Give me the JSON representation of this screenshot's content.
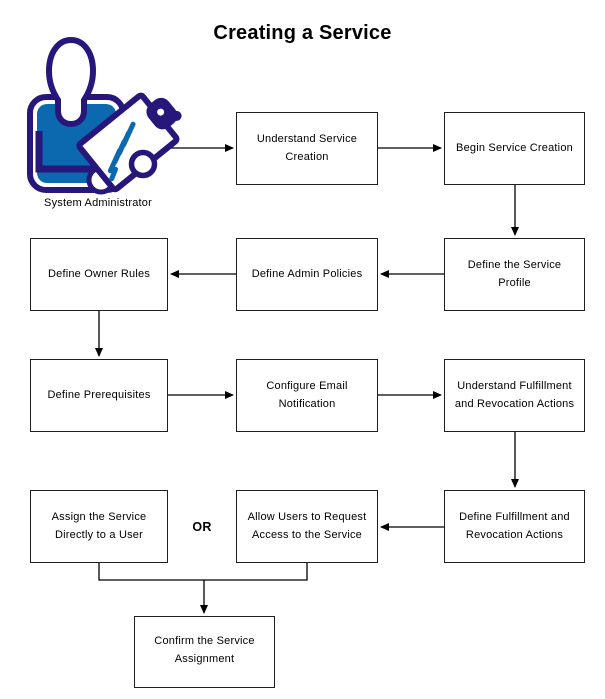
{
  "title": "Creating a Service",
  "actor": {
    "label": "System Administrator",
    "icon": "person-with-clipboard-icon"
  },
  "or_label": "OR",
  "colors": {
    "icon_outline": "#28177a",
    "icon_shirt": "#0c69b0",
    "connector": "#000000",
    "box_border": "#1f1f1f",
    "box_fill": "#ffffff",
    "text": "#000000"
  },
  "nodes": [
    {
      "id": "understand-service-creation",
      "label": "Understand Service Creation"
    },
    {
      "id": "begin-service-creation",
      "label": "Begin Service Creation"
    },
    {
      "id": "define-service-profile",
      "label": "Define the Service Profile"
    },
    {
      "id": "define-admin-policies",
      "label": "Define Admin Policies"
    },
    {
      "id": "define-owner-rules",
      "label": "Define Owner Rules"
    },
    {
      "id": "define-prerequisites",
      "label": "Define Prerequisites"
    },
    {
      "id": "configure-email-notification",
      "label": "Configure Email Notification"
    },
    {
      "id": "understand-fulfillment-revocation",
      "label": "Understand Fulfillment and Revocation Actions"
    },
    {
      "id": "define-fulfillment-revocation",
      "label": "Define Fulfillment and Revocation Actions"
    },
    {
      "id": "assign-service-directly",
      "label": "Assign the Service Directly to a User"
    },
    {
      "id": "allow-users-request",
      "label": "Allow Users to Request Access to the Service"
    },
    {
      "id": "confirm-service-assignment",
      "label": "Confirm the Service Assignment"
    }
  ],
  "edges": [
    {
      "from": "system-administrator",
      "to": "understand-service-creation"
    },
    {
      "from": "understand-service-creation",
      "to": "begin-service-creation"
    },
    {
      "from": "begin-service-creation",
      "to": "define-service-profile"
    },
    {
      "from": "define-service-profile",
      "to": "define-admin-policies"
    },
    {
      "from": "define-admin-policies",
      "to": "define-owner-rules"
    },
    {
      "from": "define-owner-rules",
      "to": "define-prerequisites"
    },
    {
      "from": "define-prerequisites",
      "to": "configure-email-notification"
    },
    {
      "from": "configure-email-notification",
      "to": "understand-fulfillment-revocation"
    },
    {
      "from": "understand-fulfillment-revocation",
      "to": "define-fulfillment-revocation"
    },
    {
      "from": "define-fulfillment-revocation",
      "to": "allow-users-request"
    },
    {
      "from": "assign-service-directly",
      "to": "confirm-service-assignment",
      "via": "merge-bar"
    },
    {
      "from": "allow-users-request",
      "to": "confirm-service-assignment",
      "via": "merge-bar"
    },
    {
      "between": [
        "assign-service-directly",
        "allow-users-request"
      ],
      "relation": "OR"
    }
  ]
}
